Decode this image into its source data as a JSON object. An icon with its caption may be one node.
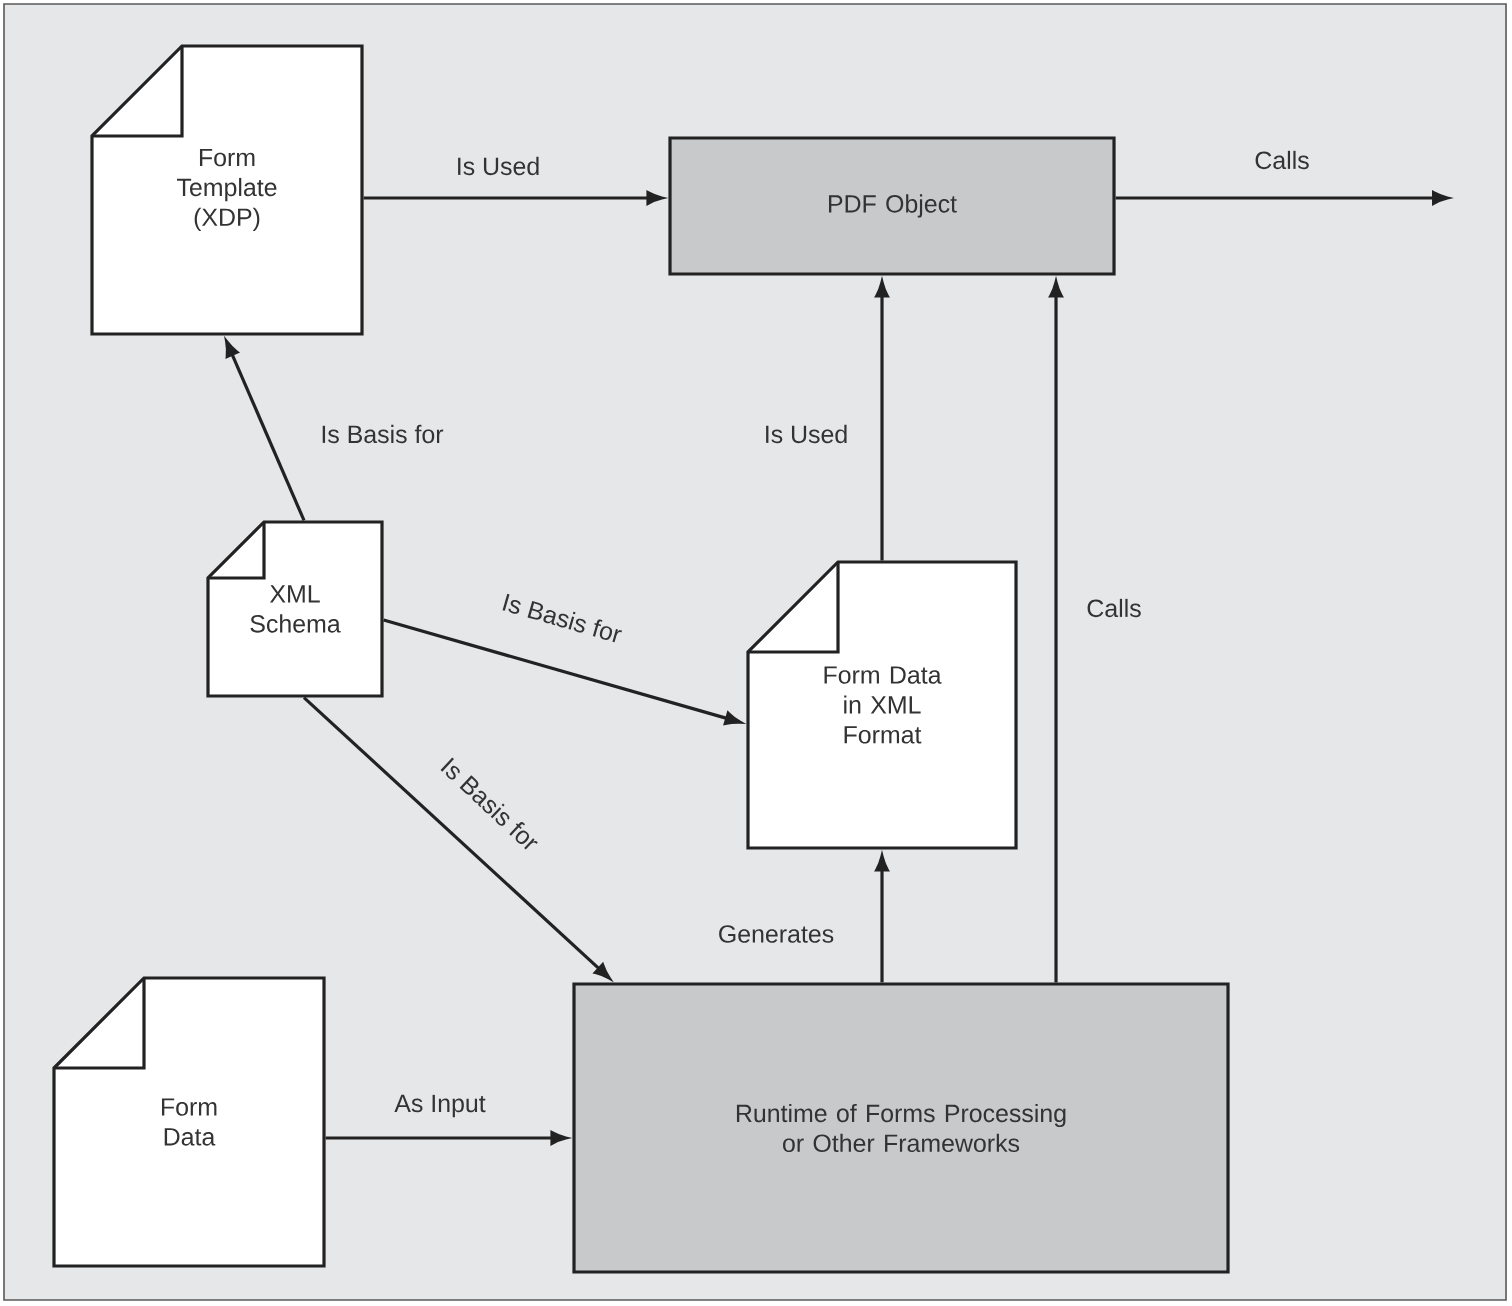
{
  "diagram": {
    "nodes": [
      {
        "text": [
          "Form Template (XDP)"
        ]
      },
      {
        "text": [
          "PDF Object"
        ]
      },
      {
        "text": [
          "XML Schema"
        ]
      },
      {
        "text": [
          "Form Data in XML Format"
        ]
      },
      {
        "text": [
          "Form Data"
        ]
      },
      {
        "text": [
          "Runtime of Forms Processing or Other Frameworks"
        ]
      }
    ],
    "edges": [
      {
        "from": 0,
        "to": 1,
        "arrow": "to",
        "label": "Is Used"
      },
      {
        "from": 2,
        "to": 0,
        "arrow": "to",
        "label": "Is Basis for"
      },
      {
        "from": 2,
        "to": 3,
        "arrow": "to",
        "label": "Is Basis for"
      },
      {
        "from": 2,
        "to": 5,
        "arrow": "to",
        "label": "Is Basis for"
      },
      {
        "from": 3,
        "to": 1,
        "arrow": "to",
        "label": "Is Used"
      },
      {
        "from": 5,
        "to": 3,
        "arrow": "to",
        "label": "Generates"
      },
      {
        "from": 5,
        "to": 1,
        "arrow": "to",
        "label": "Calls"
      },
      {
        "from": 4,
        "to": 5,
        "arrow": "to",
        "label": "As Input"
      },
      {
        "from": 1,
        "to": null,
        "arrow": "to",
        "label": "Calls"
      }
    ]
  }
}
